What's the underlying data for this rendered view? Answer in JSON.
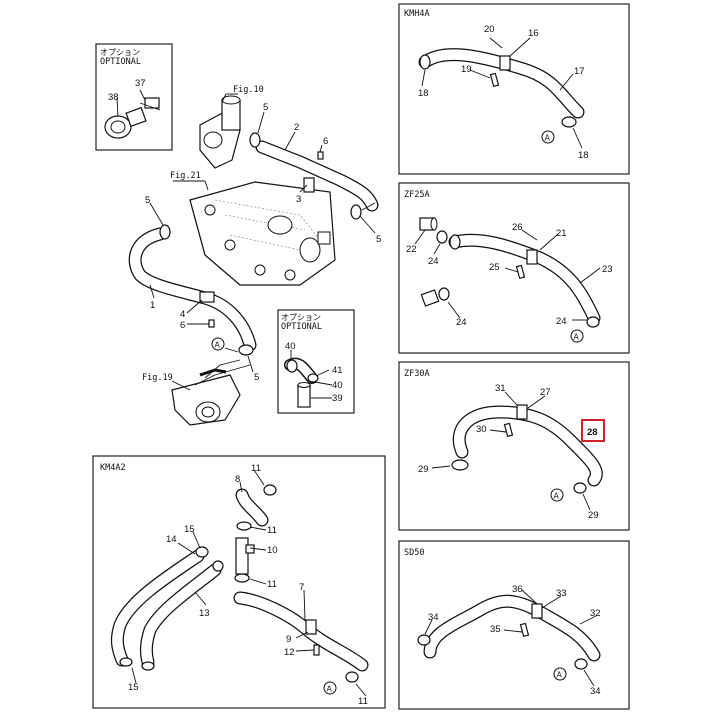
{
  "panels": {
    "main": {
      "option_jp": "オプション",
      "option_en": "OPTIONAL",
      "fig_10": "Fig.10",
      "fig_21": "Fig.21",
      "fig_19": "Fig.19"
    },
    "option2": {
      "option_jp": "オプション",
      "option_en": "OPTIONAL"
    },
    "kmh4a": {
      "title": "KMH4A"
    },
    "zf25a": {
      "title": "ZF25A"
    },
    "zf30a": {
      "title": "ZF30A"
    },
    "km4a2": {
      "title": "KM4A2"
    },
    "sd50": {
      "title": "SD50"
    }
  },
  "callouts": {
    "main": [
      "38",
      "37",
      "5",
      "2",
      "6",
      "3",
      "5",
      "5",
      "1",
      "4",
      "6",
      "5",
      "40",
      "41",
      "40",
      "39"
    ],
    "kmh4a": [
      "20",
      "16",
      "19",
      "17",
      "18",
      "18"
    ],
    "zf25a": [
      "26",
      "21",
      "22",
      "24",
      "25",
      "23",
      "24",
      "24"
    ],
    "zf30a": [
      "31",
      "27",
      "30",
      "29",
      "29"
    ],
    "zf30a_highlight": "28",
    "km4a2": [
      "11",
      "8",
      "11",
      "15",
      "14",
      "10",
      "11",
      "13",
      "7",
      "9",
      "12",
      "15",
      "11"
    ],
    "sd50": [
      "36",
      "33",
      "34",
      "32",
      "35",
      "34"
    ]
  },
  "marker_letter": "A",
  "colors": {
    "line": "#111111",
    "highlight": "#d0202a",
    "background": "#ffffff"
  }
}
